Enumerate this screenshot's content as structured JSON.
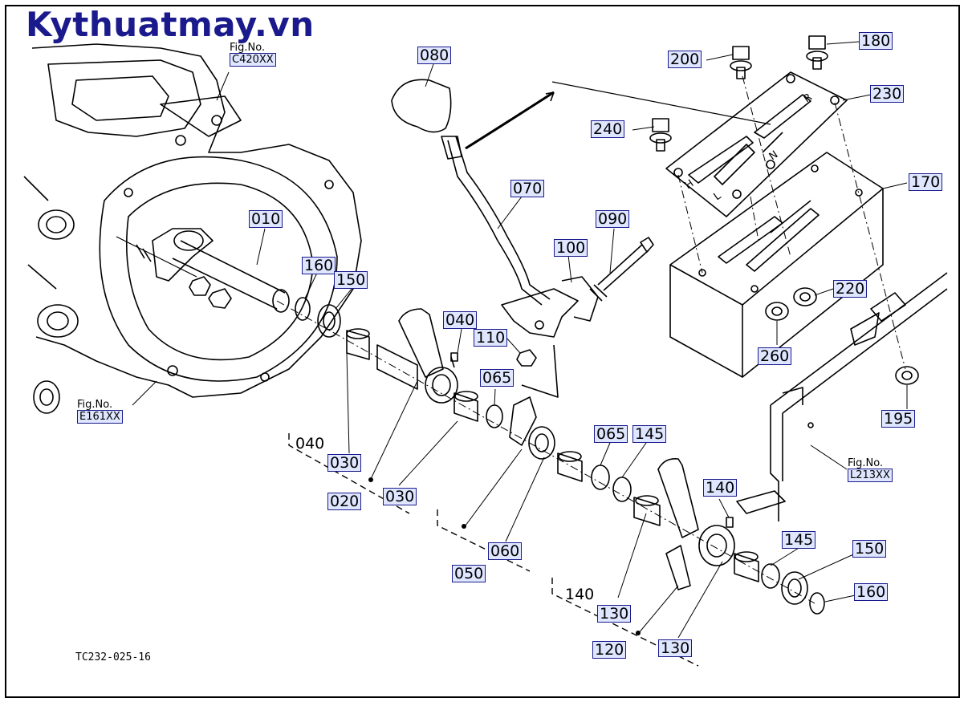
{
  "watermark": "Kythuatmay.vn",
  "drawing_code": "TC232-025-16",
  "fig_refs": [
    {
      "label": "Fig.No.",
      "code": "C420XX"
    },
    {
      "label": "Fig.No.",
      "code": "E161XX"
    },
    {
      "label": "Fig.No.",
      "code": "L213XX"
    }
  ],
  "callouts": [
    "010",
    "160",
    "150",
    "080",
    "070",
    "090",
    "100",
    "110",
    "040",
    "065",
    "030",
    "030",
    "020",
    "060",
    "050",
    "065",
    "145",
    "140",
    "130",
    "130",
    "120",
    "145",
    "150",
    "160",
    "200",
    "180",
    "230",
    "240",
    "170",
    "220",
    "260",
    "195"
  ],
  "plain_labels": [
    "040",
    "140"
  ],
  "shift_letters": [
    "H",
    "L",
    "N",
    "R"
  ]
}
